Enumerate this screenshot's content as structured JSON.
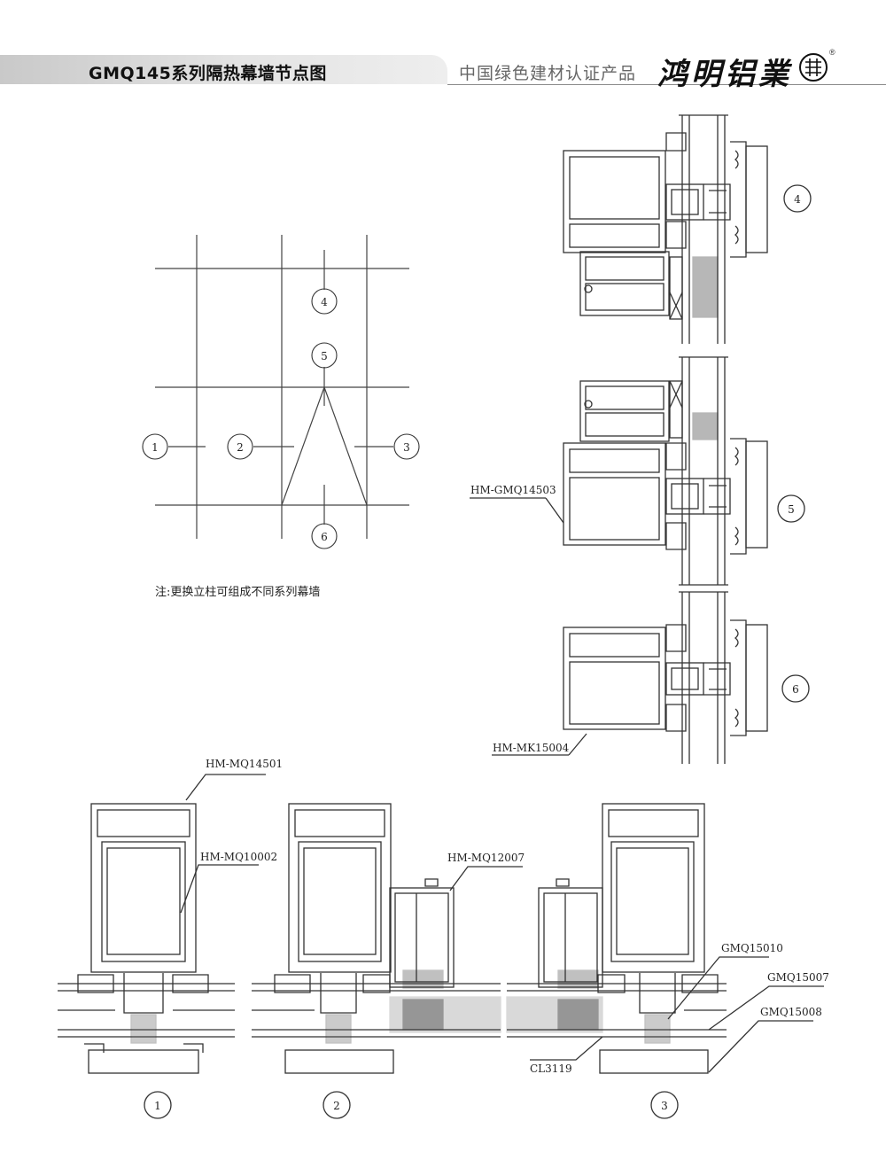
{
  "header": {
    "title": "GMQ145系列隔热幕墙节点图",
    "certification": "中国绿色建材认证产品",
    "brand": "鸿明铝業",
    "registered": "®"
  },
  "grid": {
    "markers": [
      "1",
      "2",
      "3",
      "4",
      "5",
      "6"
    ]
  },
  "note": "注:更换立柱可组成不同系列幕墙",
  "part_labels": {
    "gmq14503": "HM-GMQ14503",
    "mk15004": "HM-MK15004",
    "mq14501": "HM-MQ14501",
    "mq10002": "HM-MQ10002",
    "mq12007": "HM-MQ12007",
    "gmq15010": "GMQ15010",
    "gmq15007": "GMQ15007",
    "gmq15008": "GMQ15008",
    "cl3119": "CL3119"
  },
  "section_markers": {
    "s1": "1",
    "s2": "2",
    "s3": "3",
    "s4": "4",
    "s5": "5",
    "s6": "6"
  }
}
